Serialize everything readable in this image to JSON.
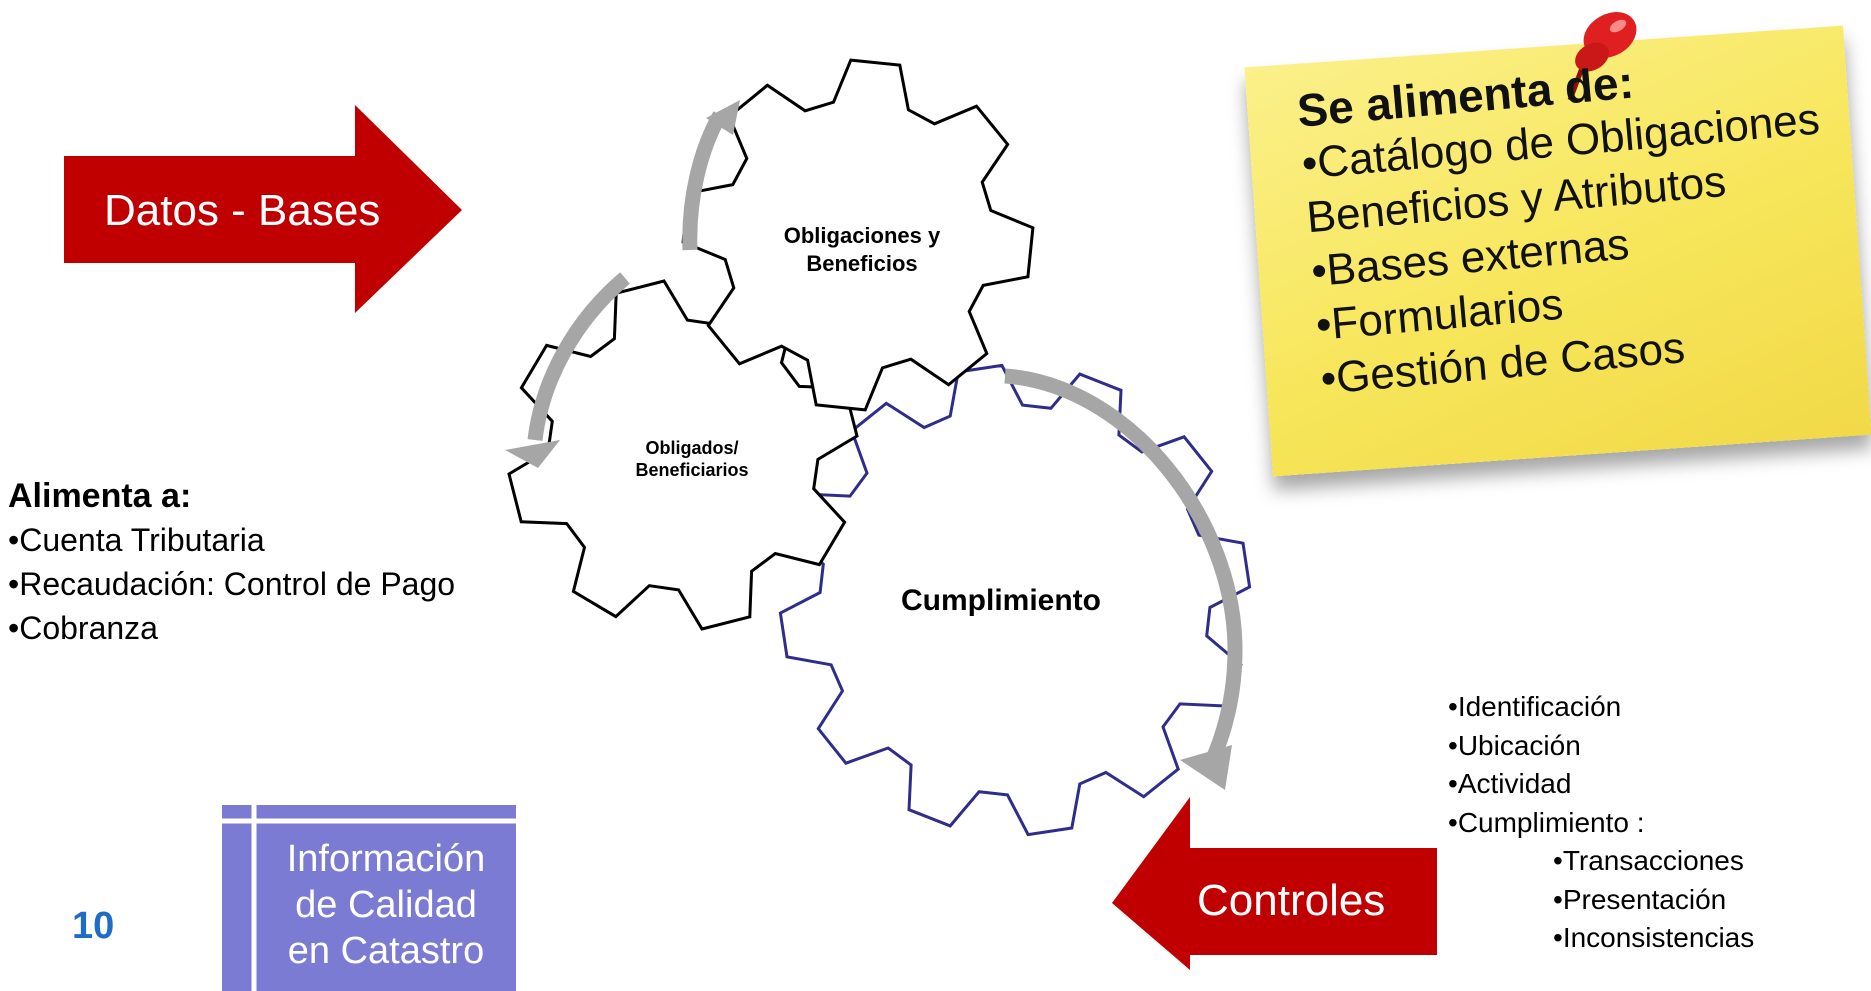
{
  "arrows": {
    "datos_bases": "Datos - Bases",
    "controles": "Controles"
  },
  "gears": {
    "top": "Obligaciones y Beneficios",
    "left": "Obligados/ Beneficiarios",
    "right": "Cumplimiento"
  },
  "alimenta": {
    "heading": "Alimenta a:",
    "items": [
      "Cuenta Tributaria",
      "Recaudación: Control de Pago",
      "Cobranza"
    ]
  },
  "sticky_note": {
    "heading": "Se alimenta de:",
    "items": [
      "Catálogo de Obligaciones Beneficios y Atributos",
      "Bases externas",
      "Formularios",
      "Gestión de Casos"
    ]
  },
  "controles_list": {
    "items": [
      "Identificación",
      "Ubicación",
      "Actividad",
      "Cumplimiento :"
    ],
    "sub_items": [
      "Transacciones",
      "Presentación",
      "Inconsistencias"
    ]
  },
  "info_box": {
    "lines": [
      "Información",
      "de Calidad",
      "en Catastro"
    ]
  },
  "page_number": "10",
  "colors": {
    "arrow_red": "#c00000",
    "gear_outline": "#000000",
    "gear_right_outline": "#2e2e8a",
    "cycle_arrow_gray": "#a6a6a6",
    "info_box": "#7b7bd4",
    "sticky_yellow": "#f7e65a",
    "pin_red": "#e02020",
    "page_number_blue": "#1f6cc7"
  },
  "icons": [
    "push-pin-icon",
    "right-arrow-icon",
    "left-arrow-icon",
    "cycle-arrow-icon",
    "gear-icon"
  ]
}
